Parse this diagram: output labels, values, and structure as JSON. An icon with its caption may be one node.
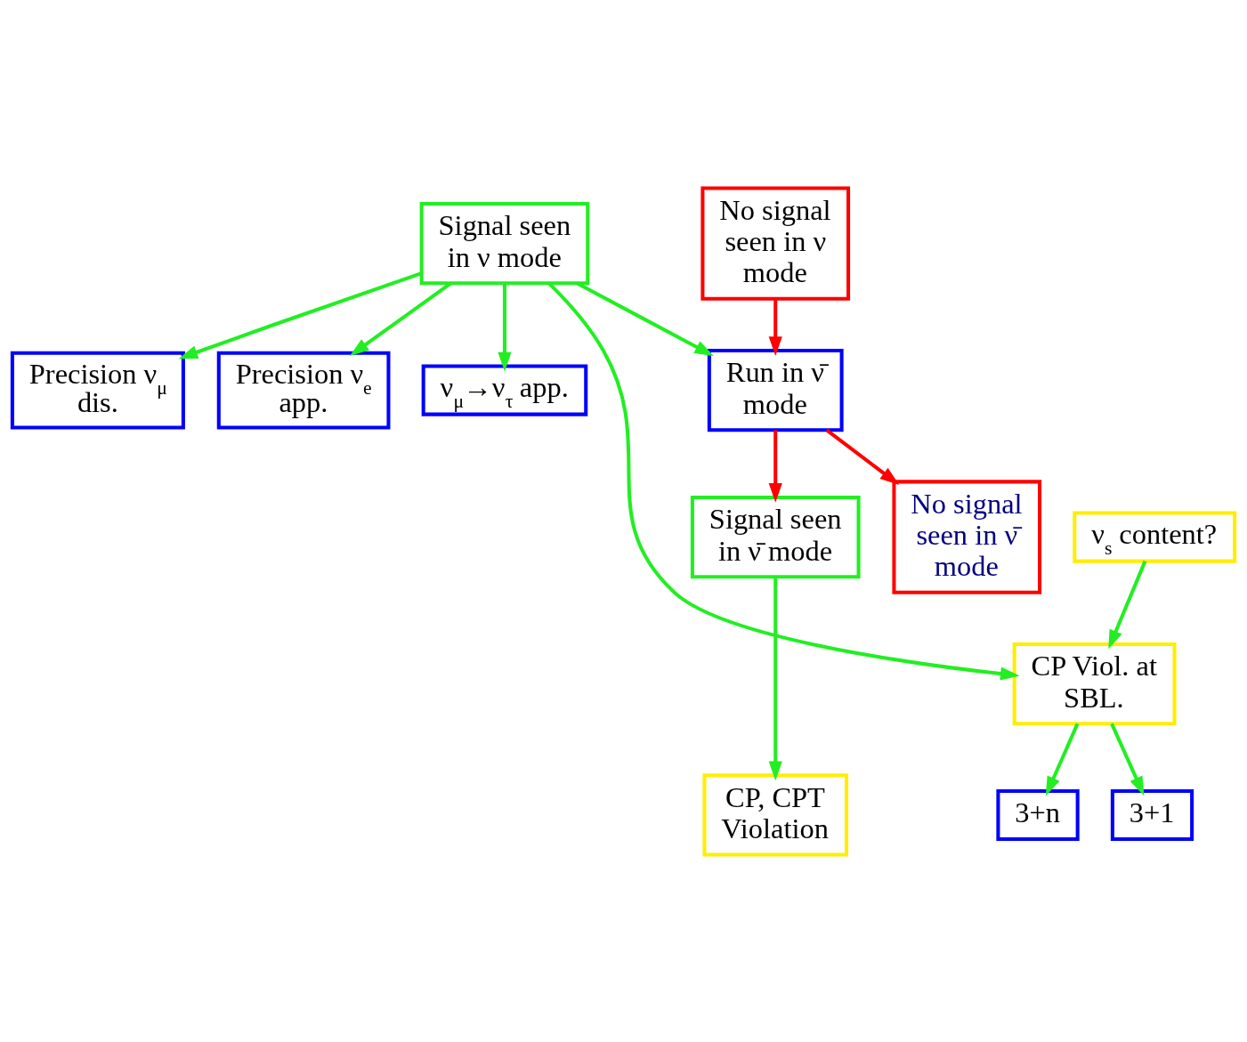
{
  "diagram": {
    "nodes": [
      {
        "text": [
          "Signal seen in ν mode"
        ]
      },
      {
        "text": [
          "No signal seen in ν mode"
        ]
      },
      {
        "text": [
          "Precision ν$_{μ}$ dis."
        ]
      },
      {
        "text": [
          "Precision ν$_{e}$ app."
        ]
      },
      {
        "text": [
          "ν$_{μ}$→ν$_{τ}$ app."
        ]
      },
      {
        "text": [
          "Run in ν̄ mode"
        ]
      },
      {
        "text": [
          "ν$_{s}$ content?"
        ]
      },
      {
        "text": [
          "CP Viol. at SBL."
        ]
      },
      {
        "text": [
          "Signal seen in ν̄ mode"
        ]
      },
      {
        "text": [
          "No signal seen in ν̄ mode"
        ]
      },
      {
        "text": [
          "3+1"
        ]
      },
      {
        "text": [
          "3+n"
        ]
      },
      {
        "text": [
          "CP, CPT Violation"
        ]
      }
    ],
    "edges": [
      {
        "from": 0,
        "to": 2,
        "arrow": "to"
      },
      {
        "from": 0,
        "to": 7,
        "arrow": "to"
      },
      {
        "from": 0,
        "to": 3,
        "arrow": "to"
      },
      {
        "from": 0,
        "to": 4,
        "arrow": "to"
      },
      {
        "from": 0,
        "to": 5,
        "arrow": "to"
      },
      {
        "from": 1,
        "to": 5,
        "arrow": "to",
        "color": "#ff0000"
      },
      {
        "from": 5,
        "to": 8,
        "arrow": "to",
        "color": "#ff0000"
      },
      {
        "from": 5,
        "to": 9,
        "arrow": "to",
        "color": "#ff0000"
      },
      {
        "from": 6,
        "to": 7,
        "arrow": "to"
      },
      {
        "from": 7,
        "to": 10,
        "arrow": "to"
      },
      {
        "from": 7,
        "to": 11,
        "arrow": "to"
      },
      {
        "from": 8,
        "to": 12,
        "arrow": "to"
      }
    ]
  }
}
